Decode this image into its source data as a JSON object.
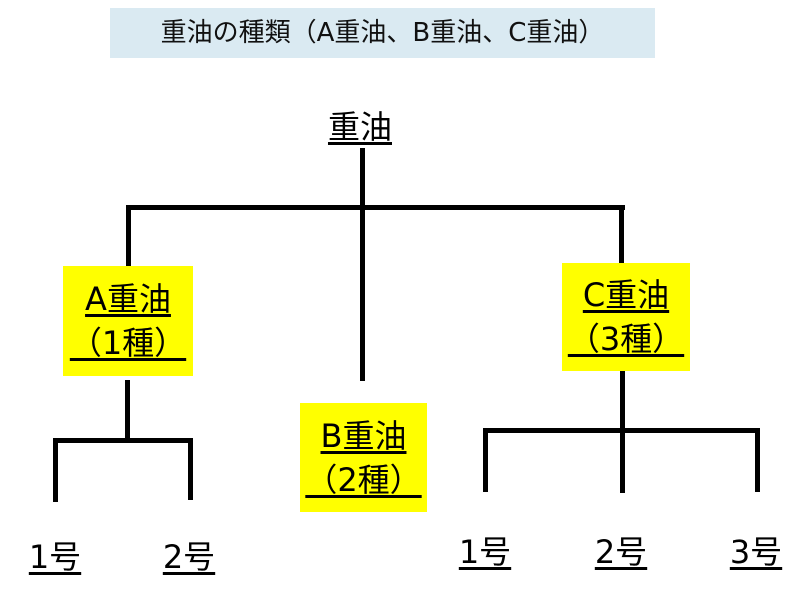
{
  "title": "重油の種類（A重油、B重油、C重油）",
  "root": "重油",
  "nodes": {
    "a": {
      "name": "A重油",
      "kind": "（1種）",
      "children": [
        "1号",
        "2号"
      ]
    },
    "b": {
      "name": "B重油",
      "kind": "（2種）"
    },
    "c": {
      "name": "C重油",
      "kind": "（3種）",
      "children": [
        "1号",
        "2号",
        "3号"
      ]
    }
  },
  "colors": {
    "box": "#ffff00",
    "title_bg": "#daeaf2",
    "line": "#000000"
  }
}
